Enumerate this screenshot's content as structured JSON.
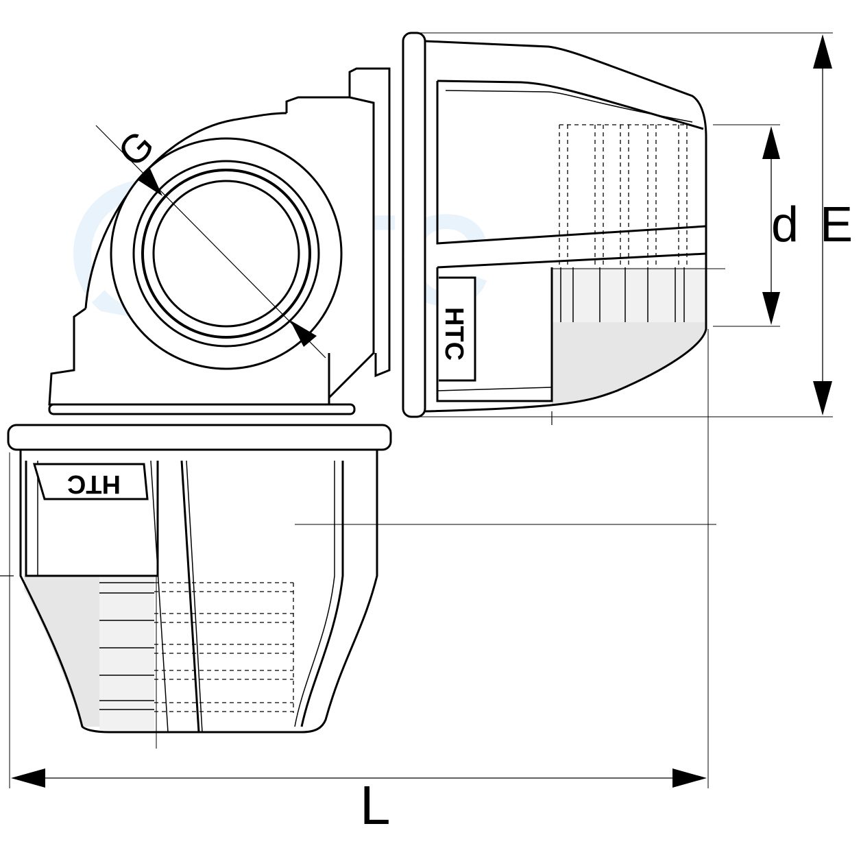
{
  "dimensions": {
    "G": "G",
    "d": "d",
    "E": "E",
    "L": "L"
  },
  "markings": {
    "right_socket_brand": "HTC",
    "bottom_socket_brand": "HTC"
  },
  "watermark": "HTC",
  "colors": {
    "line": "#000000",
    "shade": "#e6e6e6",
    "watermark": "#e9f3fb"
  }
}
